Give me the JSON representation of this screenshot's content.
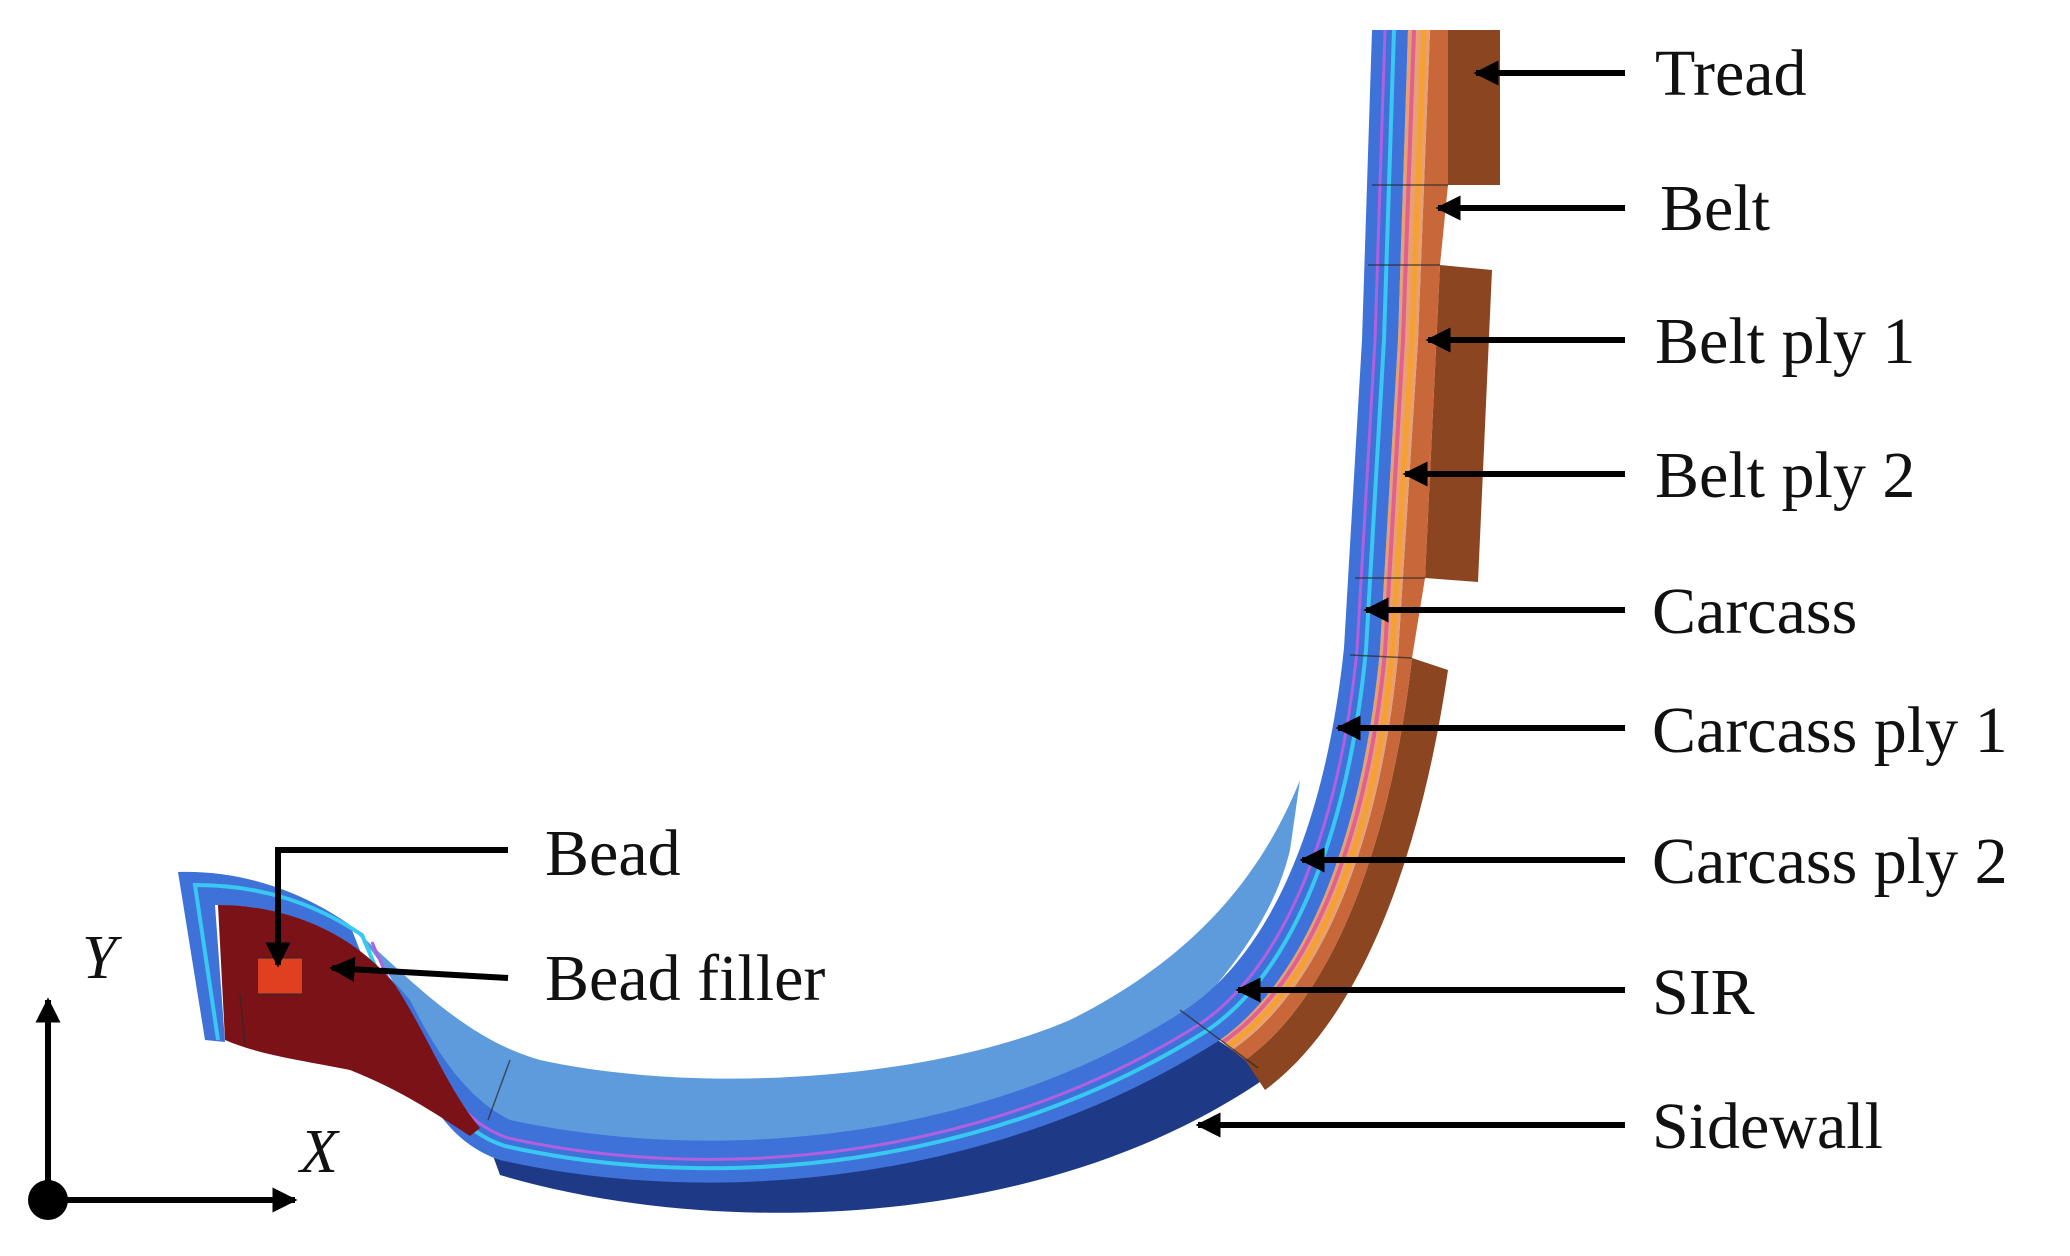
{
  "labels": {
    "tread": "Tread",
    "belt": "Belt",
    "belt_ply_1": "Belt ply 1",
    "belt_ply_2": "Belt ply 2",
    "carcass": "Carcass",
    "carcass_ply_1": "Carcass ply 1",
    "carcass_ply_2": "Carcass ply 2",
    "sir": "SIR",
    "sidewall": "Sidewall",
    "bead": "Bead",
    "bead_filler": "Bead filler"
  },
  "axes": {
    "x": "X",
    "y": "Y"
  },
  "colors": {
    "tread": "#8B4520",
    "belt_rubber": "#E8A070",
    "cord_orange": "#F5A030",
    "cord_pink": "#E06090",
    "carcass": "#3F72D8",
    "cord_cyan": "#38C8F0",
    "cord_violet": "#B060E0",
    "sir": "#5E9BDD",
    "sidewall": "#1E3A86",
    "bead_filler": "#7A1218",
    "bead": "#E04020",
    "arrow": "#000000"
  }
}
